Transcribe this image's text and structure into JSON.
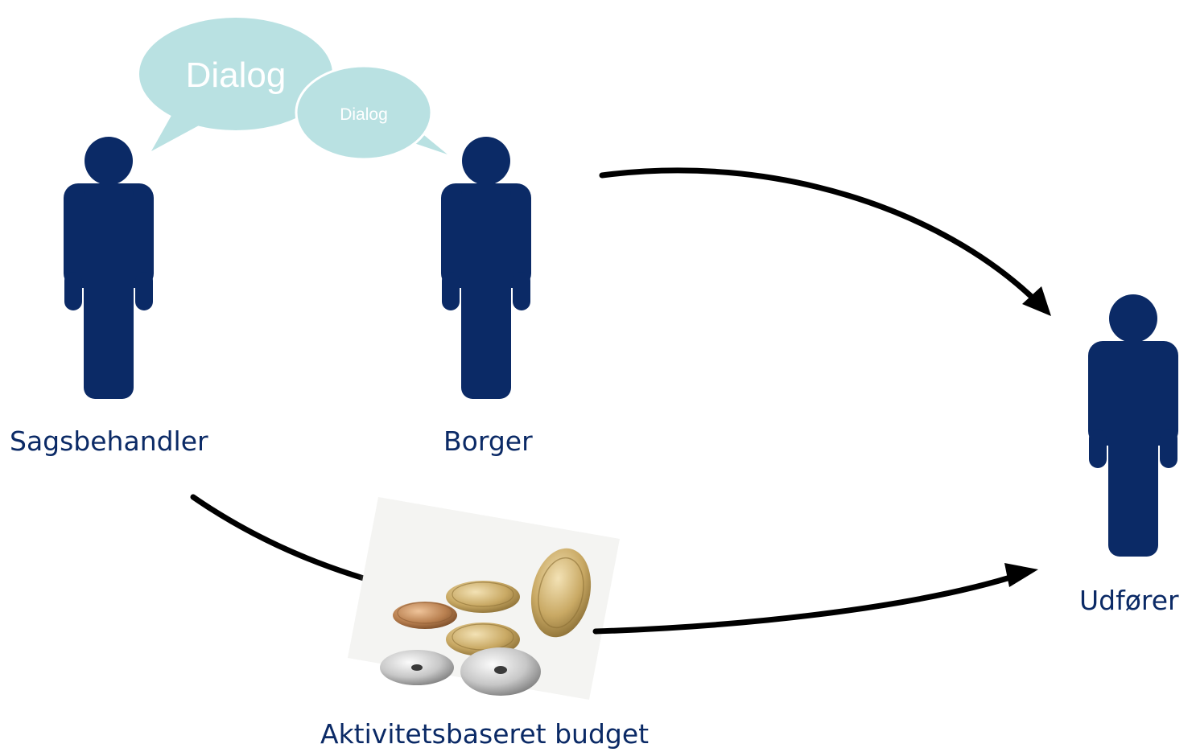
{
  "speech_bubbles": {
    "large": "Dialog",
    "small": "Dialog"
  },
  "people": {
    "sagsbehandler": "Sagsbehandler",
    "borger": "Borger",
    "udforer": "Udfører"
  },
  "budget_label": "Aktivitetsbaseret budget",
  "images": {
    "coins": "coins-photo"
  },
  "colors": {
    "person": "#0b2a66",
    "bubble": "#b9e1e2",
    "arrow": "#000000",
    "label": "#0b2a66"
  }
}
